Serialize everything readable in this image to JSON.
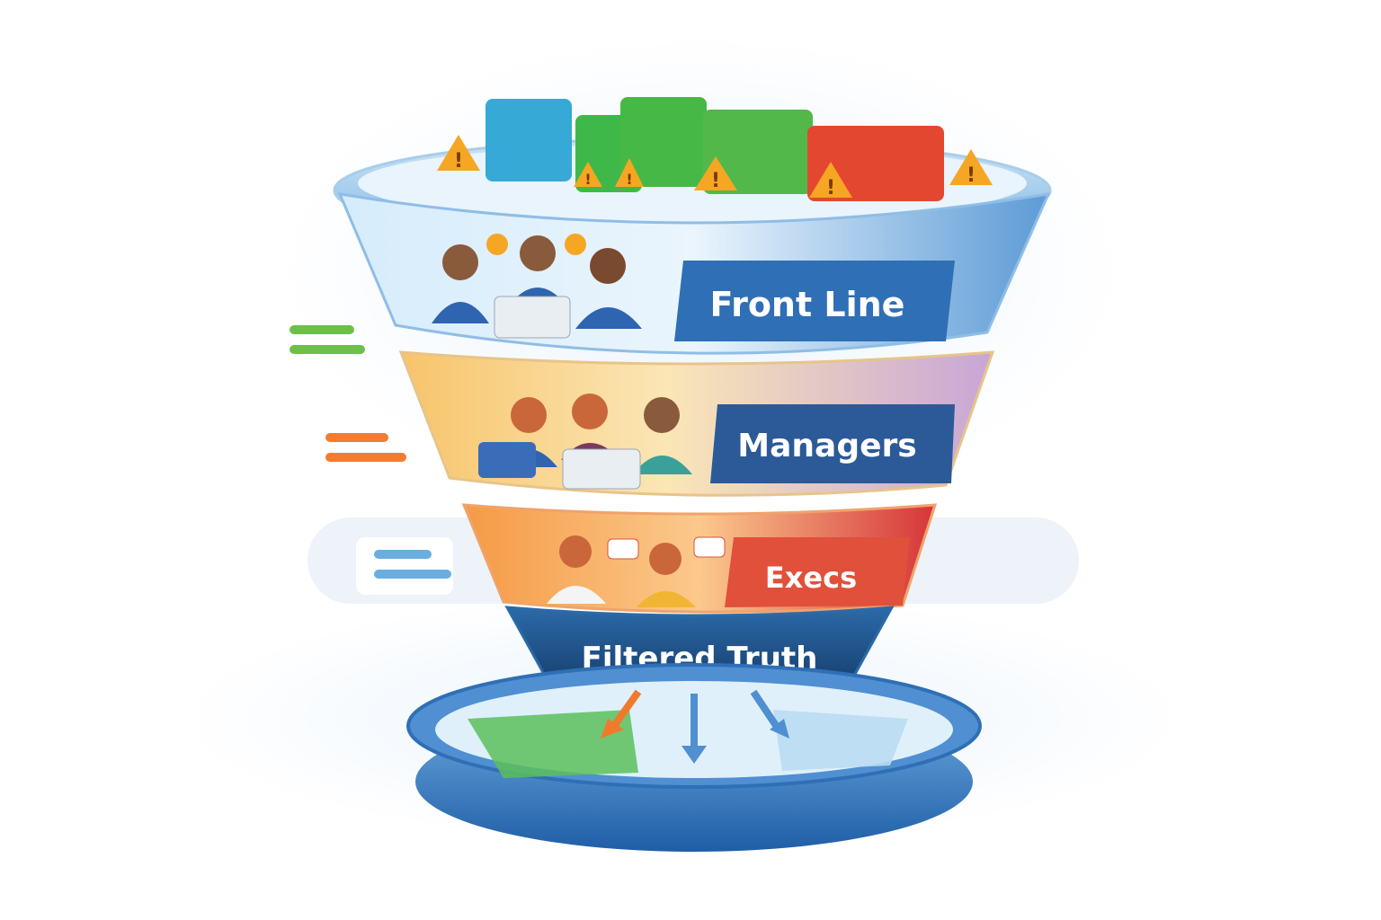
{
  "funnel": {
    "stages": [
      {
        "label": "Front Line",
        "color": "#2f6fb5"
      },
      {
        "label": "Managers",
        "color": "#2c5a98"
      },
      {
        "label": "Execs",
        "color": "#e0503a"
      }
    ],
    "output": {
      "label": "Filtered Truth",
      "color": "#1f4f86"
    }
  },
  "data_blocks": [
    "#36a9d6",
    "#3fb84a",
    "#46b846",
    "#52b84a",
    "#e4472f"
  ],
  "warning_color": "#f5a623",
  "side_markers": [
    "#6cc04a",
    "#f47c30",
    "#6aaee0"
  ]
}
